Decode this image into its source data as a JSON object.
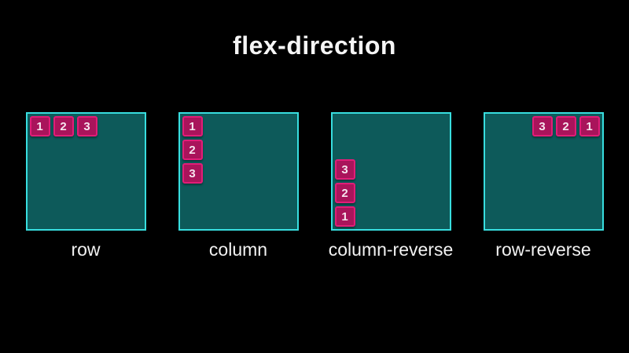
{
  "title": "flex-direction",
  "colors": {
    "background": "#000000",
    "container_fill": "#0d5a5a",
    "container_border": "#38dedf",
    "item_fill": "#a9145b",
    "item_border": "#e11d78",
    "item_text": "#f6e4ee",
    "label_text": "#f2f2f2",
    "title_text": "#f5f5f5"
  },
  "examples": [
    {
      "label": "row",
      "direction": "row",
      "items": [
        "1",
        "2",
        "3"
      ]
    },
    {
      "label": "column",
      "direction": "column",
      "items": [
        "1",
        "2",
        "3"
      ]
    },
    {
      "label": "column-reverse",
      "direction": "column-reverse",
      "items": [
        "1",
        "2",
        "3"
      ]
    },
    {
      "label": "row-reverse",
      "direction": "row-reverse",
      "items": [
        "1",
        "2",
        "3"
      ]
    }
  ]
}
